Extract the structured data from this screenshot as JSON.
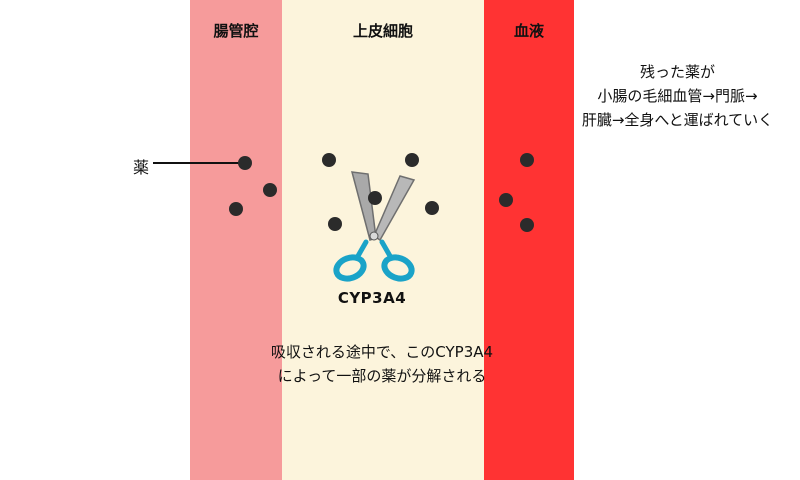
{
  "columns": {
    "lumen_label": "腸管腔",
    "epithelium_label": "上皮細胞",
    "blood_label": "血液"
  },
  "colors": {
    "lumen": "#f69b9b",
    "epithelium": "#fcf4dc",
    "blood": "#ff3333",
    "drug_dot": "#2b2b2b",
    "scissors_handle": "#1aa3c8"
  },
  "drug_label": "薬",
  "enzyme": {
    "name": "CYP3A4",
    "icon": "scissors-icon"
  },
  "notes": {
    "remaining_line1": "残った薬が",
    "remaining_line2": "小腸の毛細血管→門脈→",
    "remaining_line3": "肝臓→全身へと運ばれていく",
    "metabolism_line1": "吸収される途中で、このCYP3A4",
    "metabolism_line2": "によって一部の薬が分解される"
  }
}
